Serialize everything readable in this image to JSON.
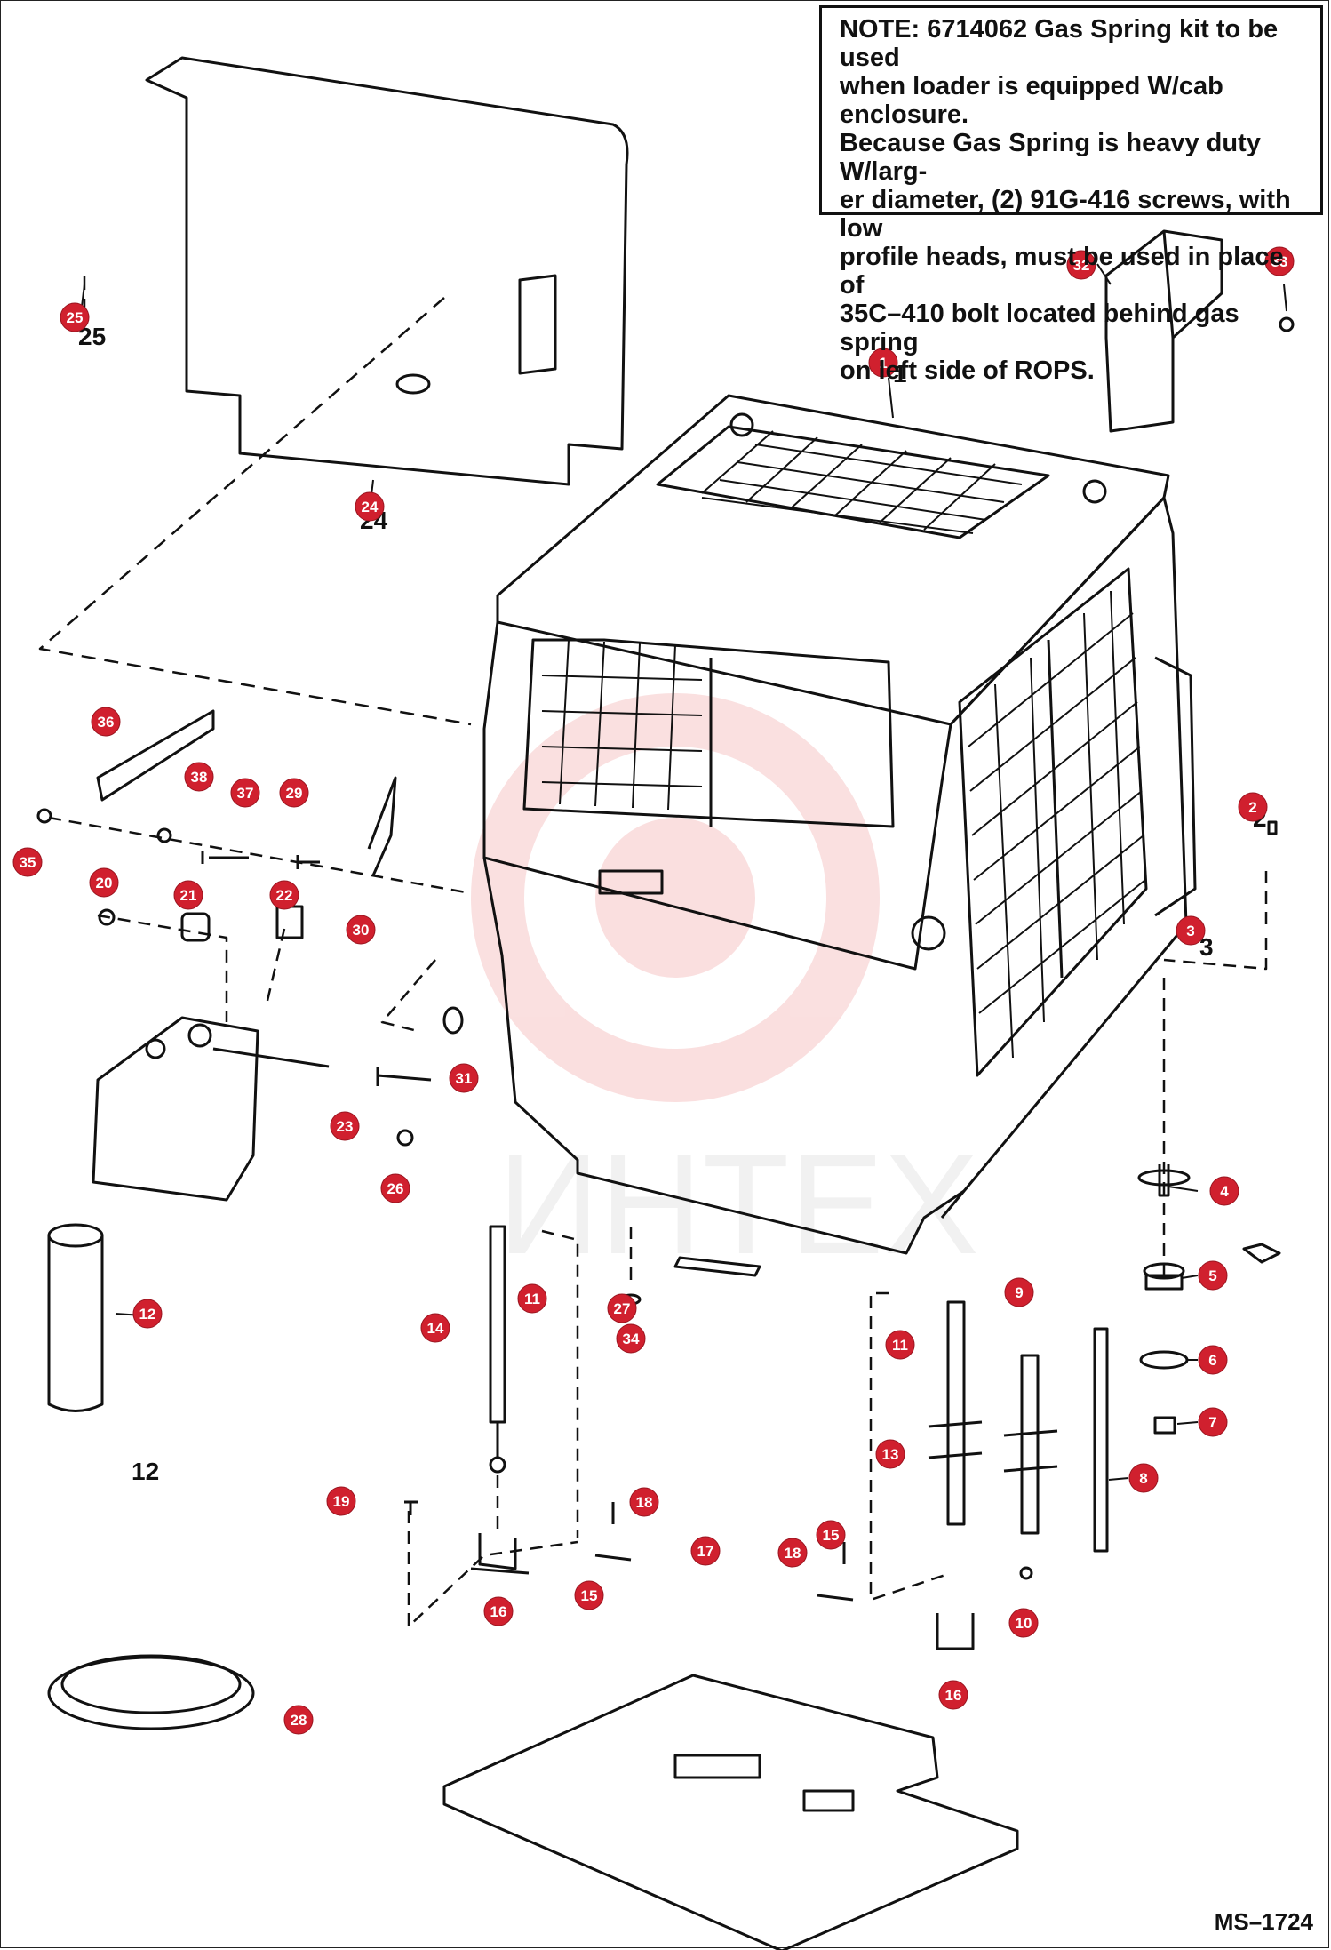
{
  "note": {
    "label": "NOTE:",
    "lines": [
      " 6714062 Gas Spring kit to be used",
      "when loader is equipped W/cab enclosure.",
      "Because Gas Spring is heavy duty W/larg-",
      "er  diameter, (2) 91G-416 screws, with low",
      "profile heads, must be used in place of",
      "35C–410 bolt located behind gas spring",
      "on left side of ROPS."
    ]
  },
  "doc_code": "MS–1724",
  "watermark": "ИНТЕХ",
  "colors": {
    "callout": "#d0202e",
    "line": "#111111",
    "watermark": "#f2a6a6"
  },
  "callouts": [
    {
      "n": "1"
    },
    {
      "n": "2"
    },
    {
      "n": "3"
    },
    {
      "n": "4"
    },
    {
      "n": "5"
    },
    {
      "n": "6"
    },
    {
      "n": "7"
    },
    {
      "n": "8"
    },
    {
      "n": "9"
    },
    {
      "n": "10"
    },
    {
      "n": "11"
    },
    {
      "n": "11"
    },
    {
      "n": "12"
    },
    {
      "n": "13"
    },
    {
      "n": "14"
    },
    {
      "n": "15"
    },
    {
      "n": "15"
    },
    {
      "n": "16"
    },
    {
      "n": "16"
    },
    {
      "n": "17"
    },
    {
      "n": "18"
    },
    {
      "n": "18"
    },
    {
      "n": "19"
    },
    {
      "n": "20"
    },
    {
      "n": "21"
    },
    {
      "n": "22"
    },
    {
      "n": "23"
    },
    {
      "n": "24"
    },
    {
      "n": "25"
    },
    {
      "n": "26"
    },
    {
      "n": "27"
    },
    {
      "n": "28"
    },
    {
      "n": "29"
    },
    {
      "n": "30"
    },
    {
      "n": "31"
    },
    {
      "n": "32"
    },
    {
      "n": "33"
    },
    {
      "n": "34"
    },
    {
      "n": "35"
    },
    {
      "n": "36"
    },
    {
      "n": "37"
    },
    {
      "n": "38"
    }
  ]
}
